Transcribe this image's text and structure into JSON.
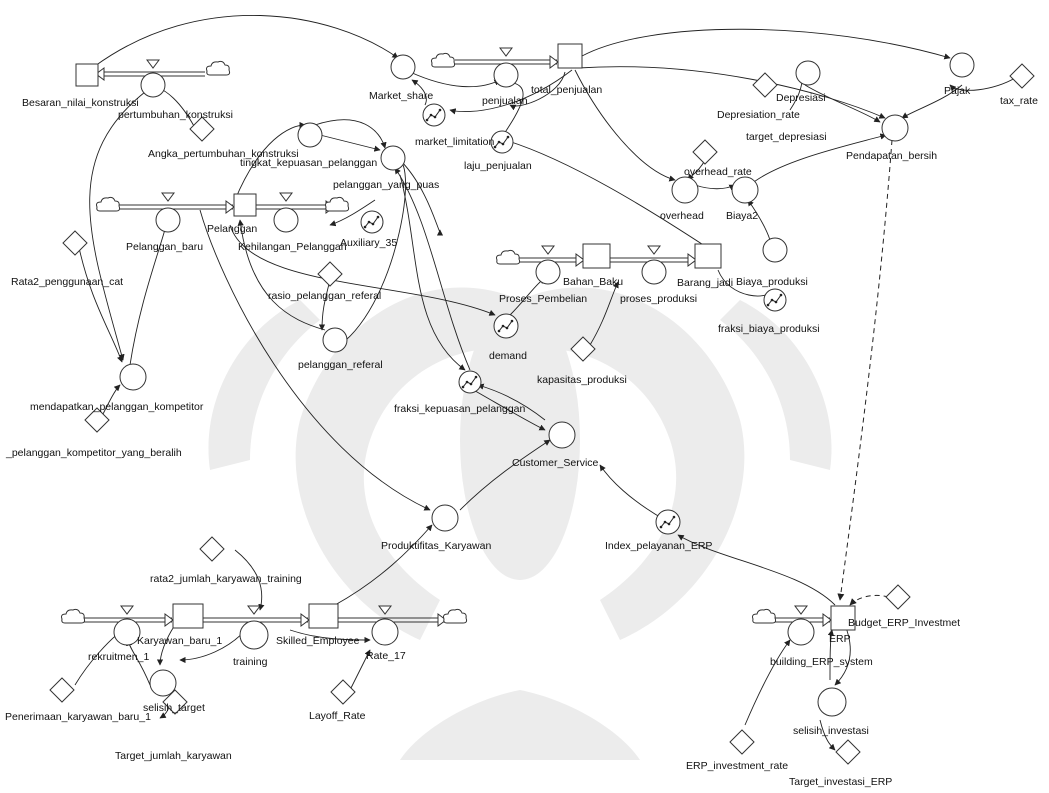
{
  "labels": {
    "besaran": "Besaran_nilai_konstruksi",
    "pertumbuhan": "pertumbuhan_konstruksi",
    "angka": "Angka_pertumbuhan_konstruksi",
    "rata2_cat": "Rata2_penggunaan_cat",
    "market_share": "Market_share",
    "market_limitation": "market_limitation",
    "penjualan": "penjualan",
    "total_penjualan": "total_penjualan",
    "laju_penjualan": "laju_penjualan",
    "tingkat_kepuasan": "tingkat_kepuasan_pelanggan",
    "pelanggan_puas": "pelanggan_yang_puas",
    "pelanggan": "Pelanggan",
    "pelanggan_baru": "Pelanggan_baru",
    "kehilangan": "Kehilangan_Pelanggan",
    "auxiliary": "Auxiliary_35",
    "rasio_referal": "rasio_pelanggan_referal",
    "pelanggan_referal": "pelanggan_referal",
    "mendapatkan": "mendapatkan_pelanggan_kompetitor",
    "kompetitor_beralih": "_pelanggan_kompetitor_yang_beralih",
    "demand": "demand",
    "fraksi_kepuasan": "fraksi_kepuasan_pelanggan",
    "customer_service": "Customer_Service",
    "proses_pembelian": "Proses_Pembelian",
    "bahan_baku": "Bahan_Baku",
    "proses_produksi": "proses_produksi",
    "barang_jadi": "Barang_jadi",
    "kapasitas": "kapasitas_produksi",
    "biaya_produksi": "Biaya_produksi",
    "fraksi_biaya": "fraksi_biaya_produksi",
    "overhead_rate": "overhead_rate",
    "overhead": "overhead",
    "biaya2": "Biaya2",
    "depresiation_rate": "Depresiation_rate",
    "depresiasi": "Depresiasi",
    "target_depresiasi": "target_depresiasi",
    "pajak": "Pajak",
    "tax_rate": "tax_rate",
    "pendapatan": "Pendapatan_bersih",
    "produktifitas": "Produktifitas_Karyawan",
    "index_erp": "Index_pelayanan_ERP",
    "rata2_training": "rata2_jumlah_karyawan_training",
    "karyawan_baru": "Karyawan_baru_1",
    "skilled": "Skilled_Employee",
    "training": "training",
    "rekruitmen": "rekruitmen_1",
    "rate17": "Rate_17",
    "selisih_target": "selisih_target",
    "penerimaan": "Penerimaan_karyawan_baru_1",
    "target_karyawan": "Target_jumlah_karyawan",
    "layoff": "Layoff_Rate",
    "erp": "ERP",
    "budget_erp": "Budget_ERP_Investmet",
    "building_erp": "building_ERP_system",
    "selisih_investasi": "selisih_investasi",
    "erp_rate": "ERP_investment_rate",
    "target_investasi": "Target_investasi_ERP"
  }
}
